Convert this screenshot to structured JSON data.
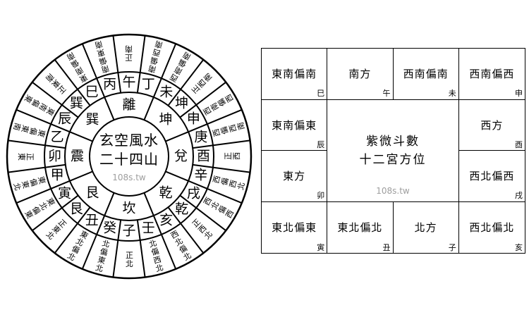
{
  "colors": {
    "line": "#000000",
    "text": "#000000",
    "watermark": "#9e9e9e",
    "background": "#ffffff"
  },
  "compass": {
    "center_title_line1": "玄空風水",
    "center_title_line2": "二十四山",
    "watermark": "108s.tw",
    "orientation_note": "south at top, clockwise",
    "trigrams": [
      "離",
      "坤",
      "兌",
      "乾",
      "坎",
      "艮",
      "震",
      "巽"
    ],
    "mountains": [
      {
        "name": "午",
        "direction": "正南"
      },
      {
        "name": "丁",
        "direction": "南偏西南"
      },
      {
        "name": "未",
        "direction": "西南偏南"
      },
      {
        "name": "坤",
        "direction": "正西南"
      },
      {
        "name": "申",
        "direction": "西南偏西"
      },
      {
        "name": "庚",
        "direction": "西偏西南"
      },
      {
        "name": "酉",
        "direction": "正西"
      },
      {
        "name": "辛",
        "direction": "西偏西北"
      },
      {
        "name": "戌",
        "direction": "西北偏西"
      },
      {
        "name": "乾",
        "direction": "正西北"
      },
      {
        "name": "亥",
        "direction": "西北偏北"
      },
      {
        "name": "壬",
        "direction": "北偏西北"
      },
      {
        "name": "子",
        "direction": "正北"
      },
      {
        "name": "癸",
        "direction": "北偏東北"
      },
      {
        "name": "丑",
        "direction": "東北偏北"
      },
      {
        "name": "艮",
        "direction": "正東北"
      },
      {
        "name": "寅",
        "direction": "東北偏東"
      },
      {
        "name": "甲",
        "direction": "東偏東北"
      },
      {
        "name": "卯",
        "direction": "正東"
      },
      {
        "name": "乙",
        "direction": "東偏東南"
      },
      {
        "name": "辰",
        "direction": "東南偏東"
      },
      {
        "name": "巽",
        "direction": "正東南"
      },
      {
        "name": "巳",
        "direction": "東南偏南"
      },
      {
        "name": "丙",
        "direction": "南偏東南"
      }
    ]
  },
  "table": {
    "title_line1": "紫微斗數",
    "title_line2": "十二宮方位",
    "watermark": "108s.tw",
    "cells": [
      {
        "direction": "東南偏南",
        "branch": "巳",
        "row": 1,
        "col": 1
      },
      {
        "direction": "南方",
        "branch": "午",
        "row": 1,
        "col": 2
      },
      {
        "direction": "西南偏南",
        "branch": "未",
        "row": 1,
        "col": 3
      },
      {
        "direction": "西南偏西",
        "branch": "申",
        "row": 1,
        "col": 4
      },
      {
        "direction": "東南偏東",
        "branch": "辰",
        "row": 2,
        "col": 1
      },
      {
        "direction": "西方",
        "branch": "酉",
        "row": 2,
        "col": 4
      },
      {
        "direction": "東方",
        "branch": "卯",
        "row": 3,
        "col": 1
      },
      {
        "direction": "西北偏西",
        "branch": "戌",
        "row": 3,
        "col": 4
      },
      {
        "direction": "東北偏東",
        "branch": "寅",
        "row": 4,
        "col": 1
      },
      {
        "direction": "東北偏北",
        "branch": "丑",
        "row": 4,
        "col": 2
      },
      {
        "direction": "北方",
        "branch": "子",
        "row": 4,
        "col": 3
      },
      {
        "direction": "西北偏北",
        "branch": "亥",
        "row": 4,
        "col": 4
      }
    ]
  }
}
